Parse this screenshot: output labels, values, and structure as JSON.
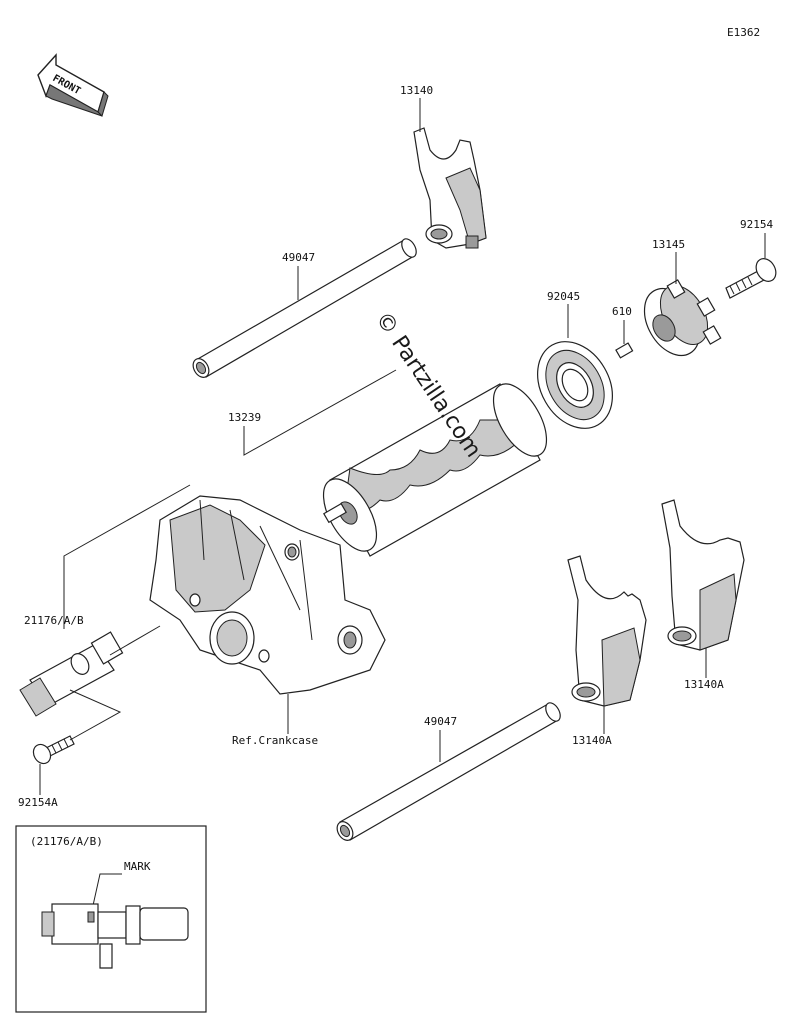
{
  "diagram_code": "E1362",
  "front_label": "FRONT",
  "watermark": "© Partzilla.com",
  "parts": {
    "fork_top": "13140",
    "shaft_upper": "49047",
    "drum": "13239",
    "bearing": "92045",
    "pin": "610",
    "holder": "13145",
    "bolt_holder": "92154",
    "sensor": "21176/A/B",
    "bolt_sensor": "92154A",
    "crankcase_ref": "Ref.Crankcase",
    "shaft_lower": "49047",
    "fork_mid": "13140A",
    "fork_right": "13140A"
  },
  "inset": {
    "title": "(21176/A/B)",
    "mark_label": "MARK"
  },
  "colors": {
    "line": "#222222",
    "shade": "#c9c9c9",
    "background": "#ffffff"
  }
}
